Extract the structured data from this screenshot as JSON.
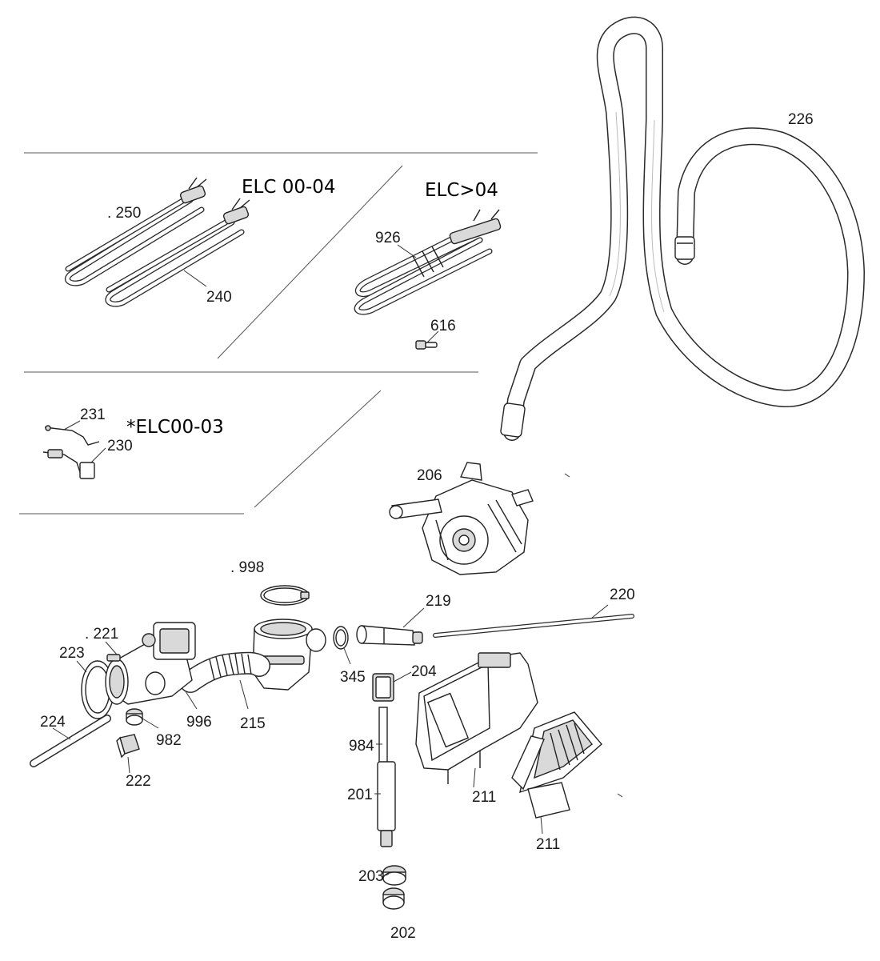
{
  "sections": {
    "heater_old": "ELC 00-04",
    "heater_new": "ELC>04",
    "sensor": "*ELC00-03"
  },
  "part_numbers": {
    "p250": ". 250",
    "p240": "240",
    "p926": "926",
    "p616": "616",
    "p231": "231",
    "p230": "230",
    "p226": "226",
    "p206": "206",
    "p998": ". 998",
    "p219": "219",
    "p220": "220",
    "p221": ". 221",
    "p223": "223",
    "p224": "224",
    "p996": "996",
    "p215": "215",
    "p982": "982",
    "p222": "222",
    "p345": "345",
    "p204": "204",
    "p984": "984",
    "p201": "201",
    "p211a": "211",
    "p211b": "211",
    "p203": "203",
    "p202": "202"
  }
}
